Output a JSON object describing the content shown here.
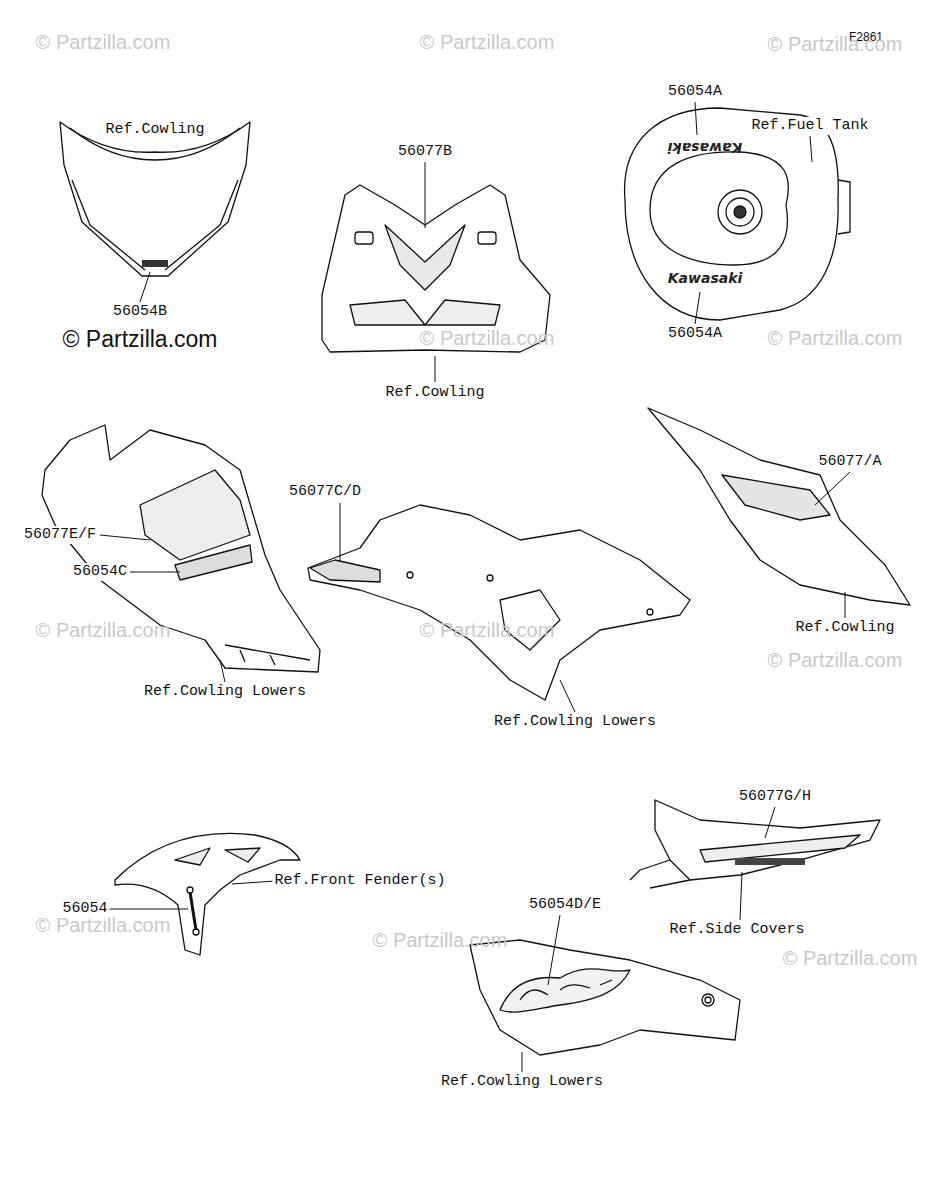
{
  "diagram": {
    "labels": [
      "© Partzilla.com",
      "© Partzilla.com",
      "F2861",
      "© Partzilla.com",
      "Ref.Cowling",
      "56077B",
      "56054A",
      "Ref.Fuel Tank",
      "Kawasaki",
      "Kawasaki",
      "56054B",
      "© Partzilla.com",
      "56054A",
      "© Partzilla.com",
      "© Partzilla.com",
      "Ref.Cowling",
      "56077/A",
      "56077C/D",
      "56077E/F",
      "56054C",
      "Ref.Cowling",
      "© Partzilla.com",
      "© Partzilla.com",
      "© Partzilla.com",
      "Ref.Cowling Lowers",
      "Ref.Cowling Lowers",
      "56077G/H",
      "Ref.Front Fender(s)",
      "56054",
      "56054D/E",
      "© Partzilla.com",
      "© Partzilla.com",
      "© Partzilla.com",
      "Ref.Side Covers",
      "Ref.Cowling Lowers"
    ]
  }
}
